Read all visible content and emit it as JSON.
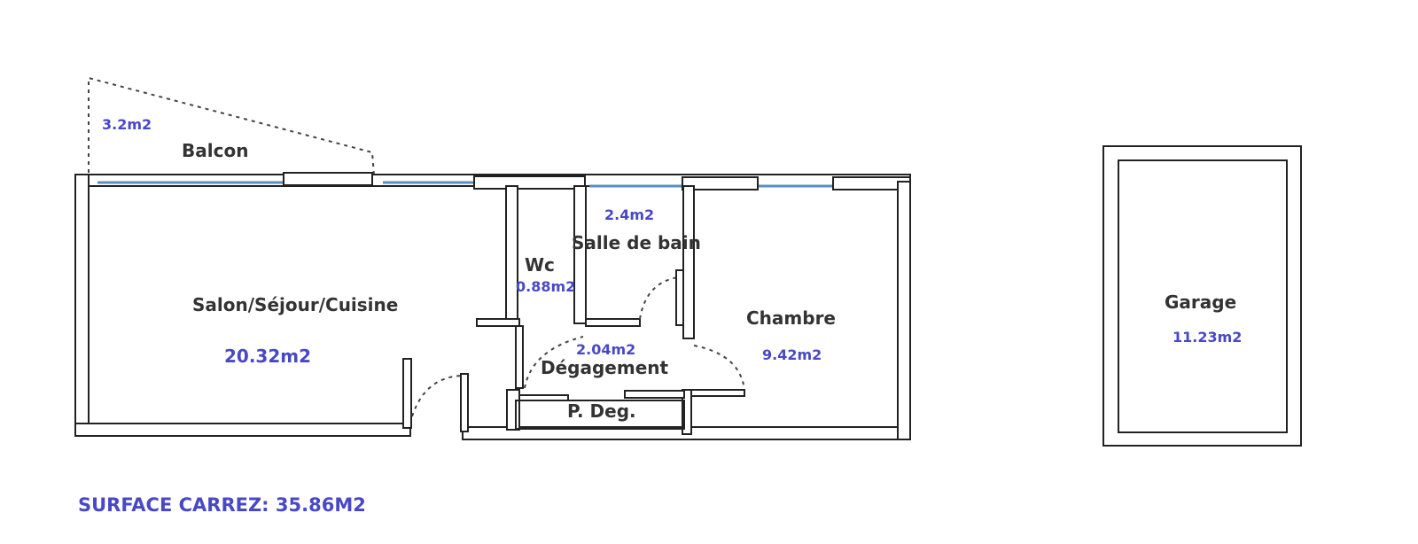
{
  "rooms": {
    "balcon": {
      "name": "Balcon",
      "area": "3.2m2"
    },
    "salon": {
      "name": "Salon/Séjour/Cuisine",
      "area": "20.32m2"
    },
    "wc": {
      "name": "Wc",
      "area": "0.88m2"
    },
    "salle_de_bain": {
      "name": "Salle de bain",
      "area": "2.4m2"
    },
    "degagement": {
      "name": "Dégagement",
      "area": "2.04m2"
    },
    "p_deg": {
      "name": "P. Deg."
    },
    "chambre": {
      "name": "Chambre",
      "area": "9.42m2"
    },
    "garage": {
      "name": "Garage",
      "area": "11.23m2"
    }
  },
  "total": "SURFACE CARREZ: 35.86M2"
}
